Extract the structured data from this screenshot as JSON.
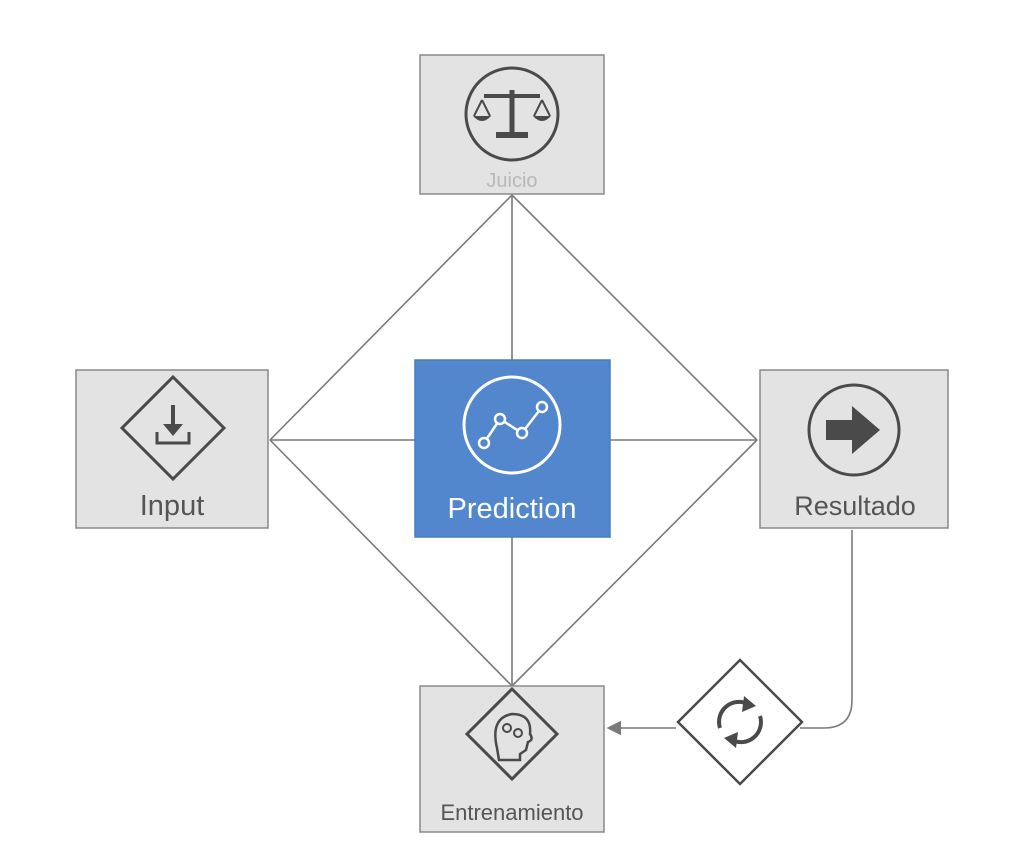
{
  "nodes": {
    "juicio": {
      "label": "Juicio",
      "icon": "scales-icon"
    },
    "input": {
      "label": "Input",
      "icon": "download-icon"
    },
    "prediction": {
      "label": "Prediction",
      "icon": "trend-line-icon"
    },
    "resultado": {
      "label": "Resultado",
      "icon": "arrow-right-icon"
    },
    "entrenamiento": {
      "label": "Entrenamiento",
      "icon": "brain-head-icon"
    }
  },
  "loop": {
    "icon": "refresh-icon"
  },
  "colors": {
    "node_fill": "#e3e3e3",
    "center_fill": "#5286cd",
    "line": "#7a7a7a",
    "icon": "#4a4a4a"
  }
}
